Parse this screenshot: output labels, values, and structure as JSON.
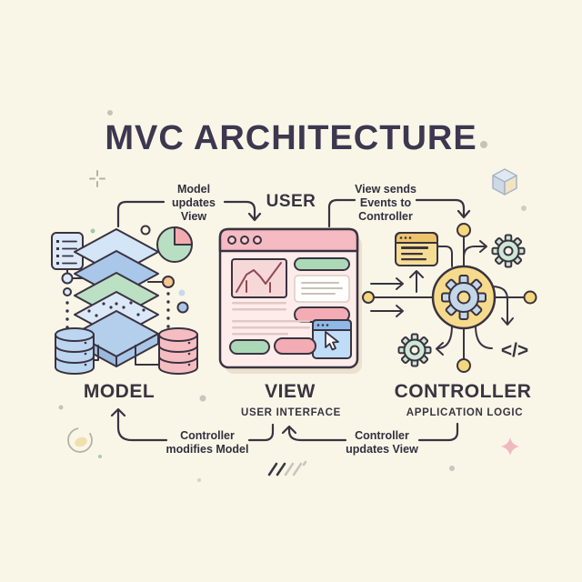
{
  "title": "MVC ARCHITECTURE",
  "user_label": "USER",
  "sections": {
    "model": {
      "label": "MODEL"
    },
    "view": {
      "label": "VIEW",
      "sublabel": "USER INTERFACE"
    },
    "controller": {
      "label": "CONTROLLER",
      "sublabel": "APPLICATION LOGIC",
      "code_glyph": "</>"
    }
  },
  "edges": {
    "model_updates_view": {
      "lines": [
        "Model",
        "updates",
        "View"
      ]
    },
    "view_sends_events": {
      "lines": [
        "View sends",
        "Events to",
        "Controller"
      ]
    },
    "controller_modifies_model": {
      "lines": [
        "Controller",
        "modifies Model"
      ]
    },
    "controller_updates_view": {
      "lines": [
        "Controller",
        "updates View"
      ]
    }
  },
  "icons": {
    "model": [
      "document-list-icon",
      "pie-chart-icon",
      "layers-stack-icon",
      "database-blue-icon",
      "database-pink-icon"
    ],
    "view": [
      "browser-window-icon",
      "line-chart-icon",
      "cursor-window-icon",
      "button-pills"
    ],
    "controller": [
      "gear-hub-icon",
      "gear-small-top-icon",
      "gear-small-bottom-icon",
      "window-yellow-icon",
      "code-icon"
    ]
  },
  "colors": {
    "background": "#f9f6e8",
    "outline": "#3a3340",
    "title": "#3e3750",
    "pink": "#f5bac2",
    "pink_light": "#fdecea",
    "mint": "#abd9b8",
    "blue": "#a9c7e9",
    "blue_light": "#d3e5f6",
    "green": "#bbe0c4",
    "yellow": "#f7db8d",
    "chart_line": "#8f4a52"
  }
}
